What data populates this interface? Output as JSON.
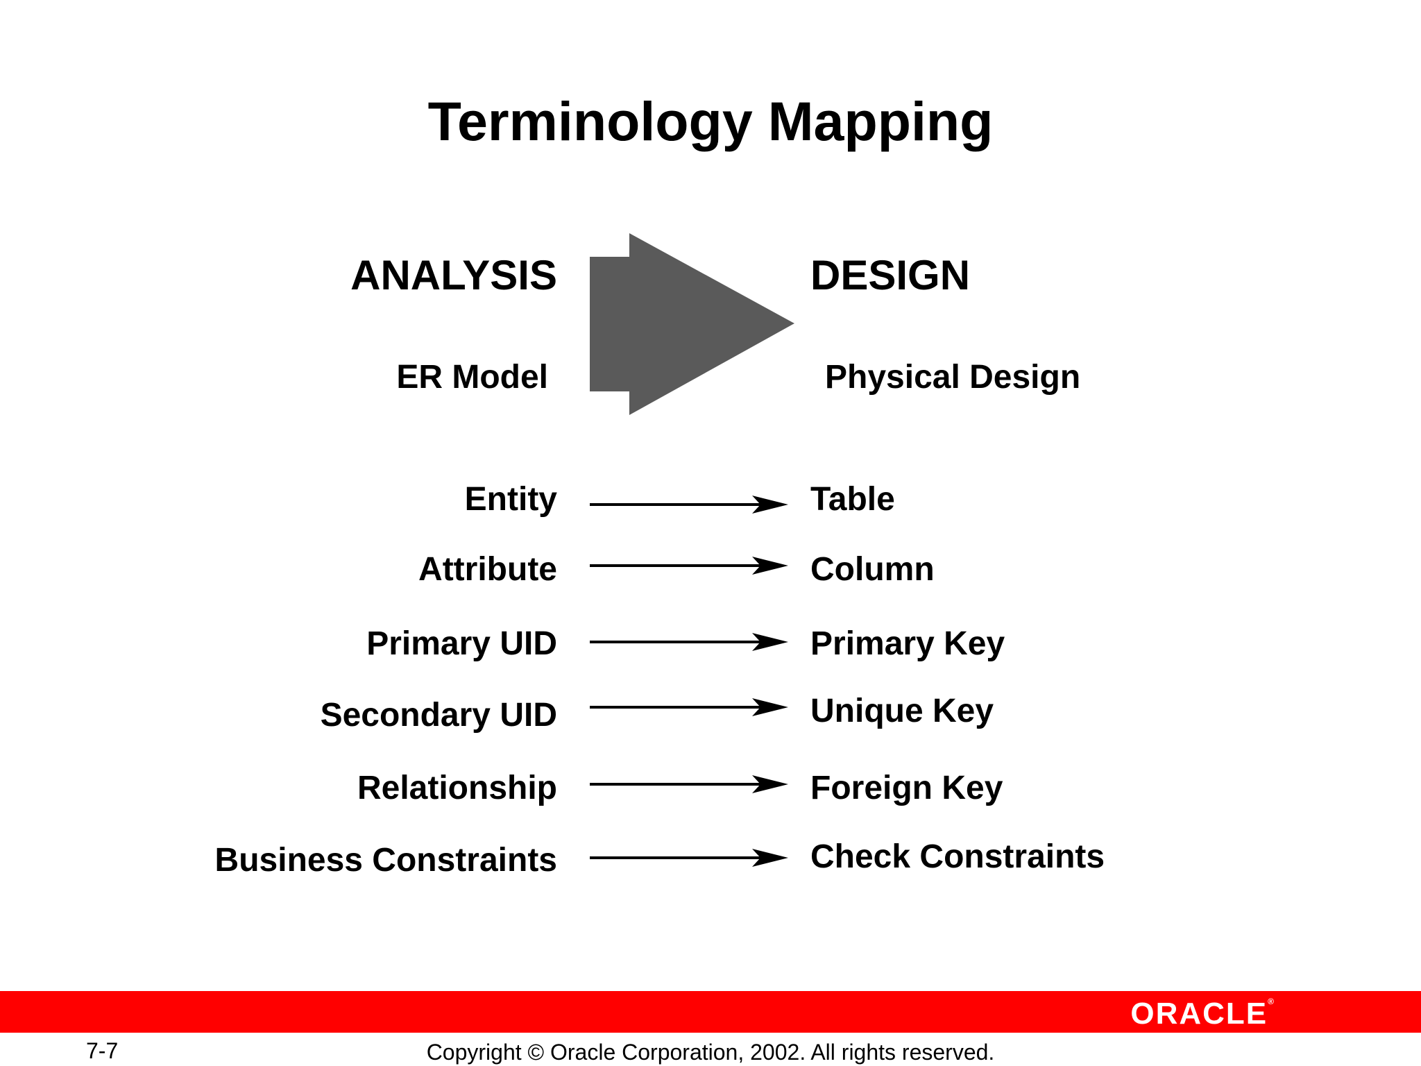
{
  "title": "Terminology Mapping",
  "analysis": {
    "heading": "ANALYSIS",
    "sub": "ER Model"
  },
  "design": {
    "heading": "DESIGN",
    "sub": "Physical Design"
  },
  "mappings": [
    {
      "from": "Entity",
      "to": "Table"
    },
    {
      "from": "Attribute",
      "to": "Column"
    },
    {
      "from": "Primary UID",
      "to": "Primary Key"
    },
    {
      "from": "Secondary UID",
      "to": "Unique Key"
    },
    {
      "from": "Relationship",
      "to": "Foreign Key"
    },
    {
      "from": "Business Constraints",
      "to": "Check Constraints"
    }
  ],
  "footer": {
    "brand": "ORACLE",
    "trademark": "®",
    "page": "7-7",
    "copyright": "Copyright © Oracle Corporation, 2002. All rights reserved."
  },
  "colors": {
    "arrow": "#5a5a5a",
    "bar": "#ff0000"
  }
}
